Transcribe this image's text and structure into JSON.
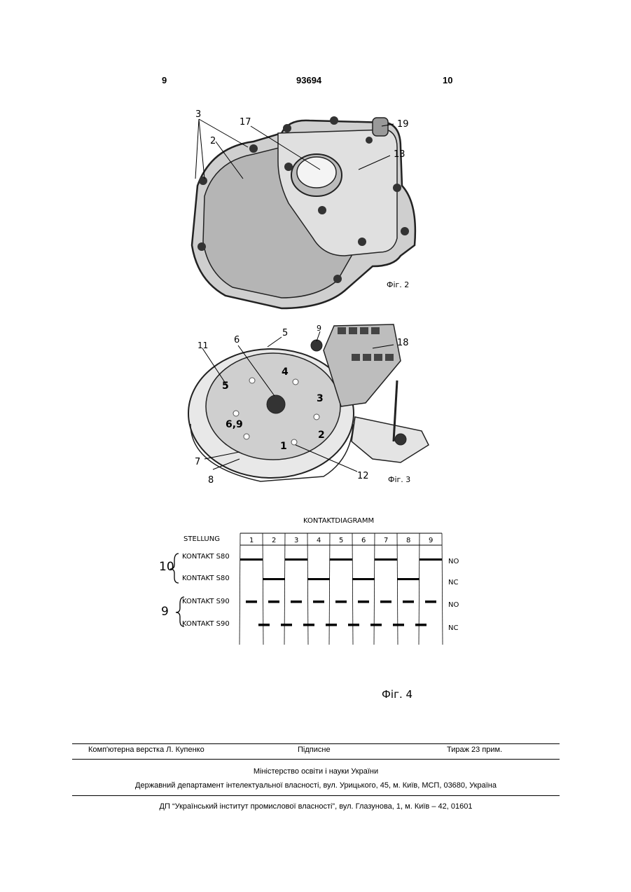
{
  "header": {
    "page_left": "9",
    "patent_number": "93694",
    "page_right": "10"
  },
  "fig2": {
    "caption": "Фіг. 2",
    "labels": [
      "3",
      "17",
      "19",
      "13",
      "2"
    ]
  },
  "fig3": {
    "caption": "Фіг. 3",
    "labels": [
      "6",
      "5",
      "9",
      "18",
      "11",
      "7",
      "8",
      "12"
    ],
    "dial_numbers": [
      "4",
      "5",
      "3",
      "6,9",
      "2",
      "1"
    ]
  },
  "fig4": {
    "caption": "Фіг. 4",
    "title": "KONTAKTDIAGRAMM",
    "stellung_label": "STELLUNG",
    "positions": [
      "1",
      "2",
      "3",
      "4",
      "5",
      "6",
      "7",
      "8",
      "9"
    ],
    "group_10": "10",
    "group_9": "9",
    "rows": [
      {
        "label": "KONTAKT S80",
        "state": "NO"
      },
      {
        "label": "KONTAKT S80",
        "state": "NC"
      },
      {
        "label": "KONTAKT S90",
        "state": "NO"
      },
      {
        "label": "KONTAKT S90",
        "state": "NC"
      }
    ]
  },
  "footer": {
    "typesetting": "Комп'ютерна верстка Л. Купенко",
    "signed": "Підписне",
    "circulation": "Тираж 23 прим.",
    "ministry": "Міністерство освіти і науки України",
    "department": "Державний департамент інтелектуальної власності, вул. Урицького, 45, м. Київ, МСП, 03680, Україна",
    "institute": "ДП “Український інститут промислової власності”, вул. Глазунова, 1, м. Київ – 42, 01601"
  }
}
